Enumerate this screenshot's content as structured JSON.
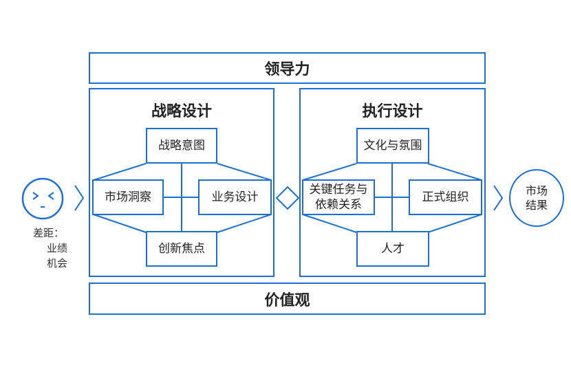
{
  "top_band": {
    "label": "领导力"
  },
  "bottom_band": {
    "label": "价值观"
  },
  "strategy": {
    "title": "战略设计",
    "top": "战略意图",
    "left": "市场洞察",
    "right": "业务设计",
    "bottom": "创新焦点"
  },
  "execution": {
    "title": "执行设计",
    "top": "文化与氛围",
    "left_line1": "关键任务与",
    "left_line2": "依赖关系",
    "right": "正式组织",
    "bottom": "人才"
  },
  "gap": {
    "line1": "差距：",
    "line2": "业绩",
    "line3": "机会"
  },
  "market_result": {
    "line1": "市场",
    "line2": "结果"
  },
  "colors": {
    "accent": "#1a6fd6"
  }
}
